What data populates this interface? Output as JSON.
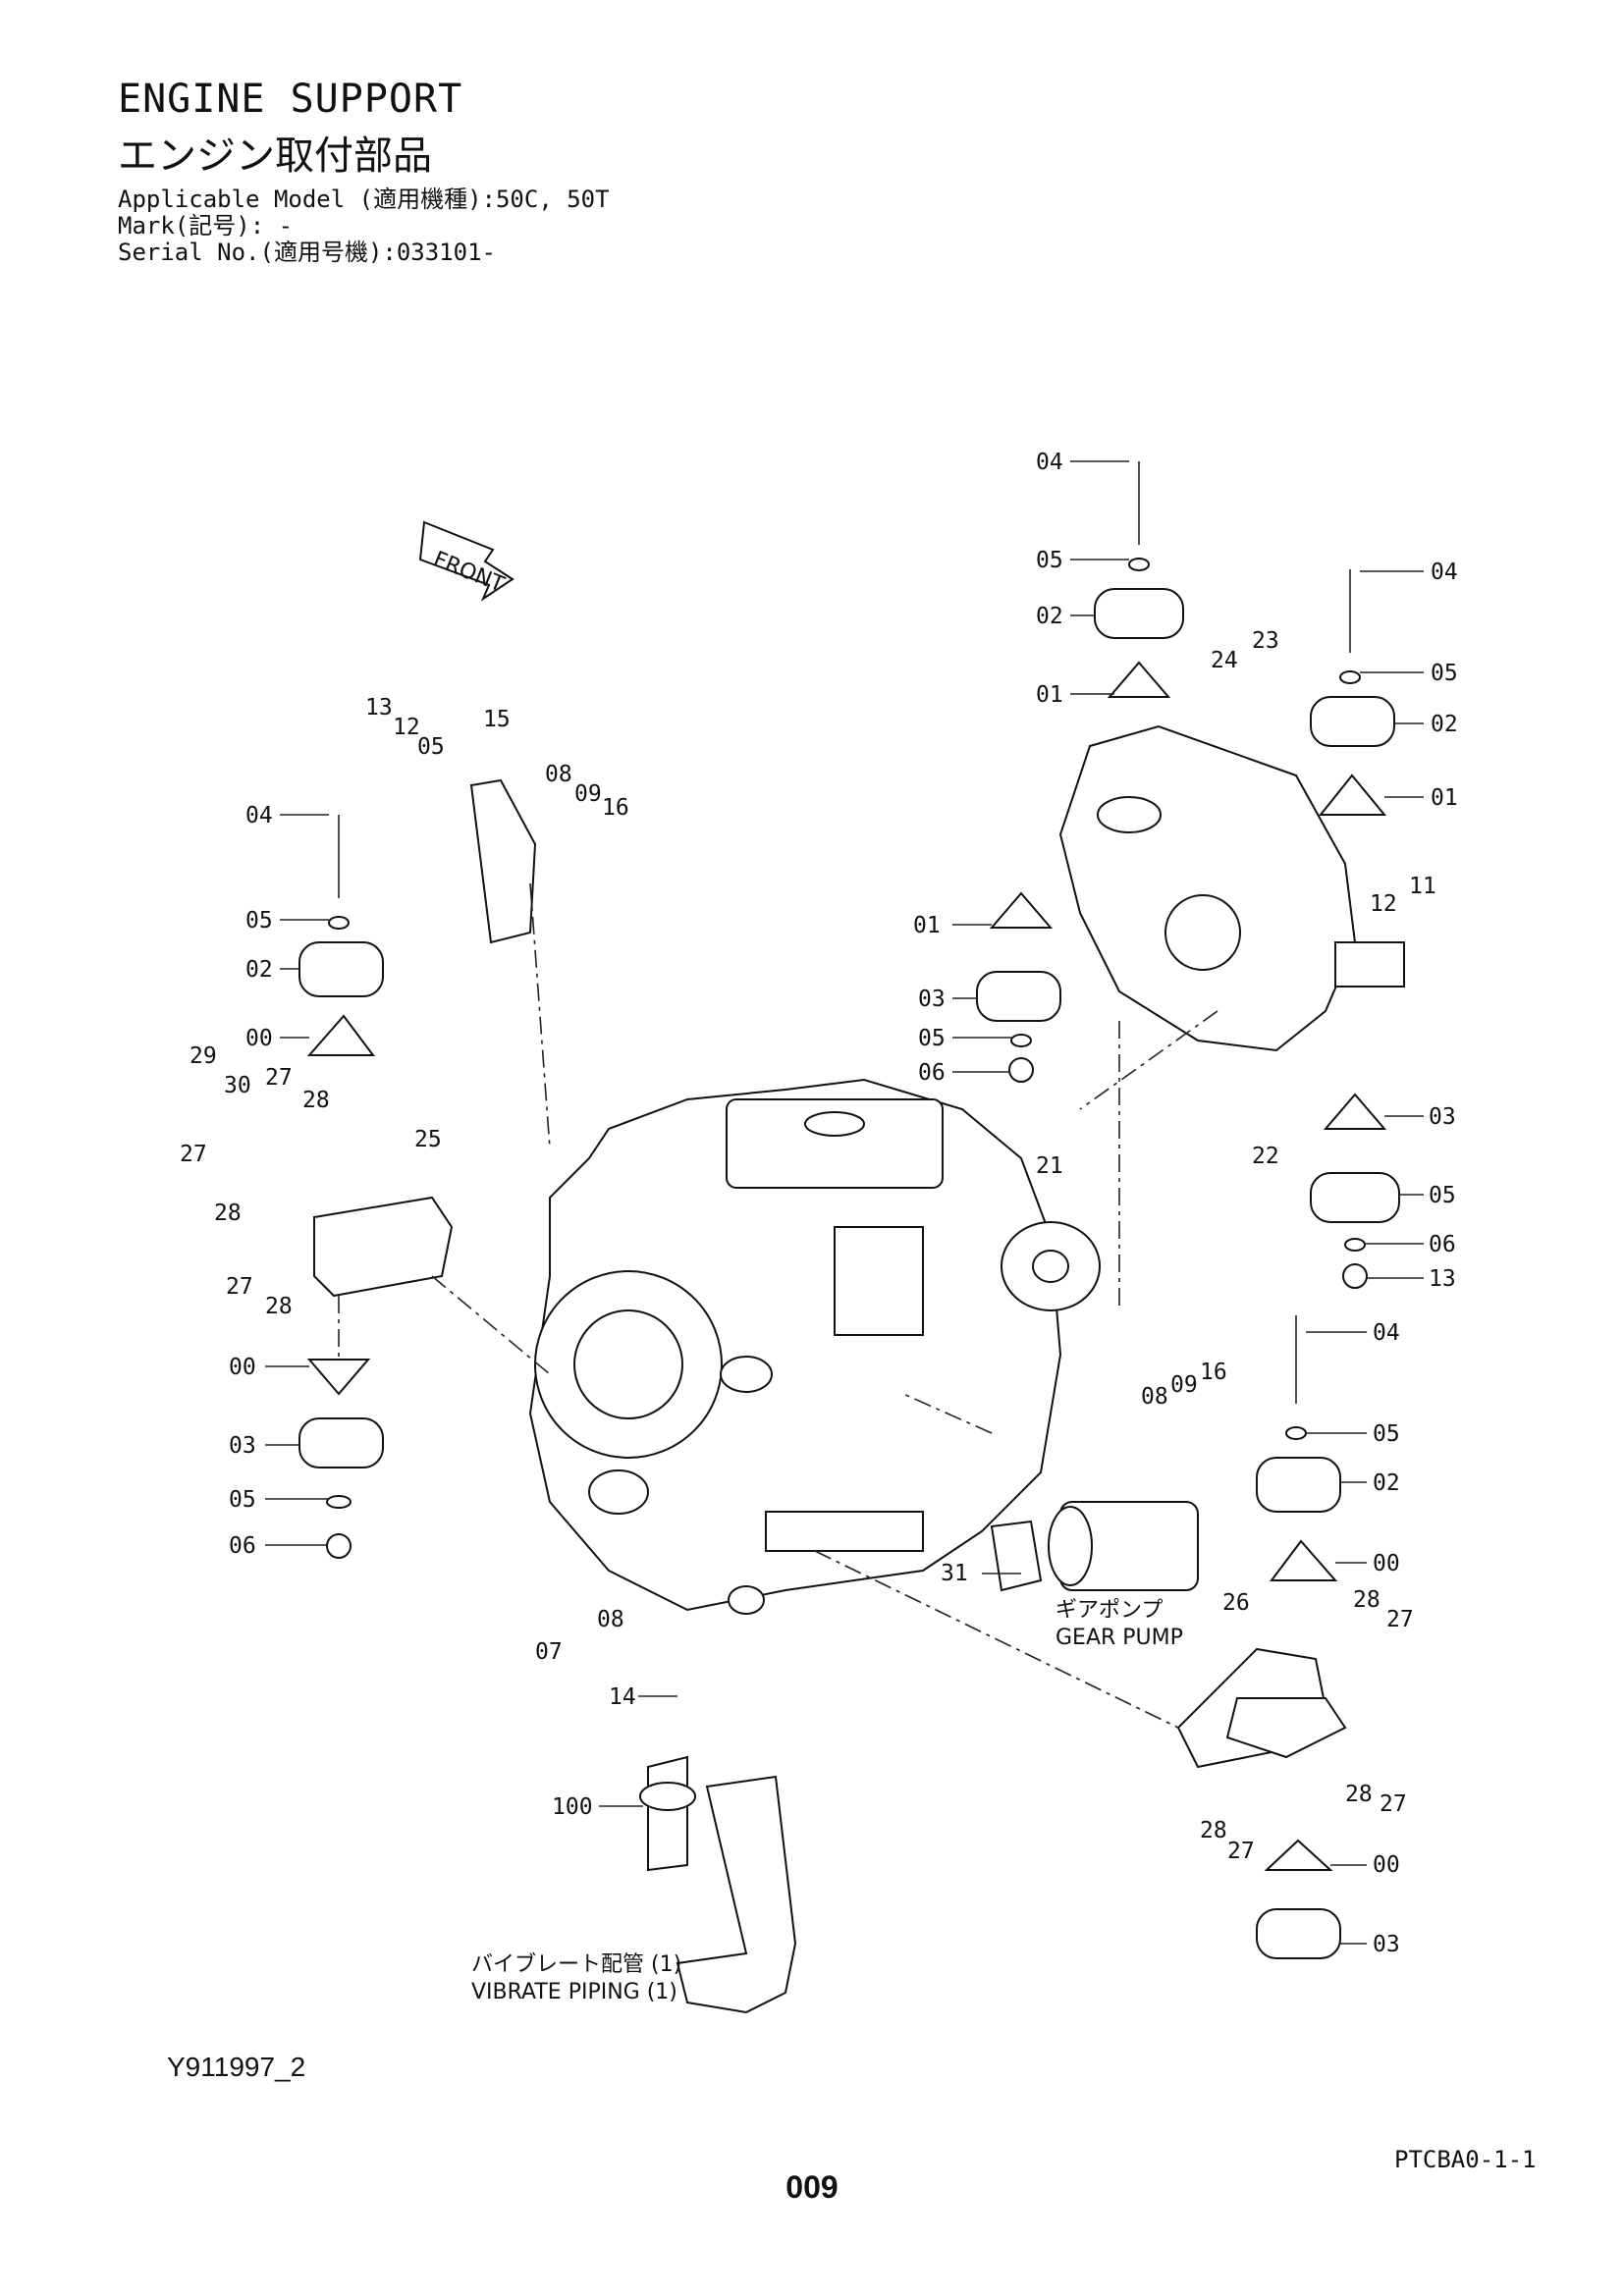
{
  "header": {
    "title_en": "ENGINE SUPPORT",
    "title_jp": "エンジン取付部品",
    "applicable_model": "Applicable Model (適用機種):50C, 50T",
    "mark": "Mark(記号): -",
    "serial_no": "Serial No.(適用号機):033101-"
  },
  "diagram": {
    "front_label": "FRONT",
    "gear_pump_jp": "ギアポンプ",
    "gear_pump_en": "GEAR PUMP",
    "vibrate_piping_jp": "バイブレート配管 (1)",
    "vibrate_piping_en": "VIBRATE PIPING (1)",
    "callouts": [
      "04",
      "05",
      "02",
      "01",
      "03",
      "05",
      "06",
      "04",
      "05",
      "02",
      "01",
      "11",
      "12",
      "24",
      "23",
      "22",
      "01",
      "03",
      "05",
      "06",
      "13",
      "12",
      "05",
      "15",
      "08",
      "09",
      "16",
      "04",
      "05",
      "02",
      "00",
      "29",
      "30",
      "27",
      "28",
      "25",
      "27",
      "28",
      "27",
      "28",
      "00",
      "03",
      "05",
      "06",
      "21",
      "08",
      "09",
      "16",
      "04",
      "05",
      "02",
      "00",
      "31",
      "07",
      "08",
      "26",
      "28",
      "27",
      "28",
      "27",
      "28",
      "27",
      "00",
      "03",
      "14",
      "100"
    ]
  },
  "footer": {
    "drawing_id": "Y911997_2",
    "page_code": "PTCBA0-1-1",
    "page_number": "009"
  }
}
